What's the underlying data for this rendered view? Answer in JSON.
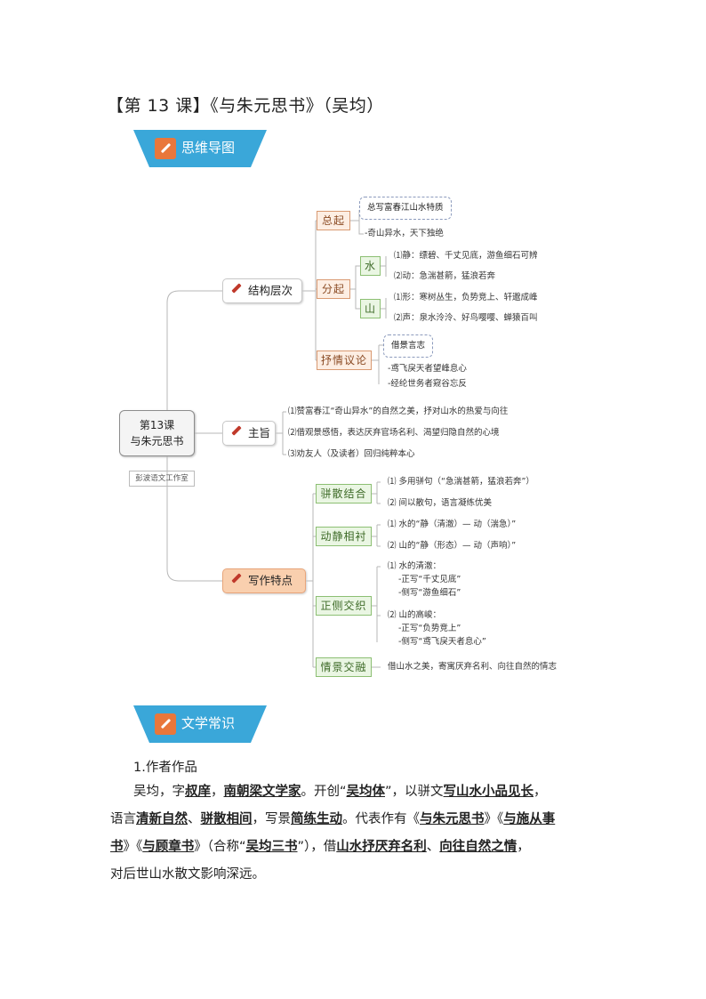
{
  "title": "【第 13 课】《与朱元思书》（吴均）",
  "banners": {
    "mindmap": "思维导图",
    "knowledge": "文学常识"
  },
  "mindmap": {
    "root_line1": "第13课",
    "root_line2": "与朱元思书",
    "studio": "彭波语文工作室",
    "structure": {
      "label": "结构层次",
      "zongqi": {
        "label": "总起",
        "box": "总写富春江山水特质",
        "leaf": "-奇山异水，天下独绝"
      },
      "fenqi": {
        "label": "分起",
        "shui": {
          "label": "水",
          "leaf1": "⑴静：缥碧、千丈见底，游鱼细石可辨",
          "leaf2": "⑵动：急湍甚箭，猛浪若奔"
        },
        "shan": {
          "label": "山",
          "leaf1": "⑴形：寒树丛生，负势竞上、轩邈成峰",
          "leaf2": "⑵声：泉水泠泠、好鸟嘤嘤、蝉猿百叫"
        }
      },
      "shuqing": {
        "label": "抒情议论",
        "box": "借景言志",
        "leaf1": "-鸢飞戾天者望峰息心",
        "leaf2": "-经纶世务者窥谷忘反"
      }
    },
    "theme": {
      "label": "主旨",
      "items": [
        "⑴赞富春江“奇山异水”的自然之美，抒对山水的热爱与向往",
        "⑵借观景感悟，表达厌弃官场名利、渴望归隐自然的心境",
        "⑶劝友人（及读者）回归纯粹本心"
      ]
    },
    "features": {
      "label": "写作特点",
      "pianzhi": {
        "label": "骈散结合",
        "leaf1": "⑴ 多用骈句（“急湍甚箭，猛浪若奔”）",
        "leaf2": "⑵ 间以散句，语言凝练优美"
      },
      "dongjing": {
        "label": "动静相衬",
        "leaf1": "⑴ 水的“静（清澈）— 动（湍急）”",
        "leaf2": "⑵ 山的“静（形态）— 动（声响）”"
      },
      "zhengce": {
        "label": "正侧交织",
        "lines": [
          "⑴ 水的清澈：",
          "-正写“千丈见底”",
          "-侧写“游鱼细石”",
          "⑵ 山的高峻：",
          "-正写“负势竞上”",
          "-侧写“鸢飞戾天者息心”"
        ]
      },
      "qingjing": {
        "label": "情景交融",
        "leaf": "借山水之美，寄寓厌弃名利、向往自然的情志"
      }
    }
  },
  "knowledge": {
    "heading": "1.作者作品",
    "p1": [
      "吴均，字",
      "叔庠",
      "，",
      "南朝梁文学家",
      "。开创“",
      "吴均体",
      "”，以骈文",
      "写山水小品见长",
      "，"
    ],
    "p2": [
      "语言",
      "清新自然",
      "、",
      "骈散相间",
      "，写景",
      "简练生动",
      "。代表作有《",
      "与朱元思书",
      "》《",
      "与施从事"
    ],
    "p3": [
      "书",
      "》《",
      "与顾章书",
      "》（合称“",
      "吴均三书",
      "”），借",
      "山水抒厌弃名利",
      "、",
      "向往自然之情",
      "，"
    ],
    "p4": "对后世山水散文影响深远。"
  }
}
